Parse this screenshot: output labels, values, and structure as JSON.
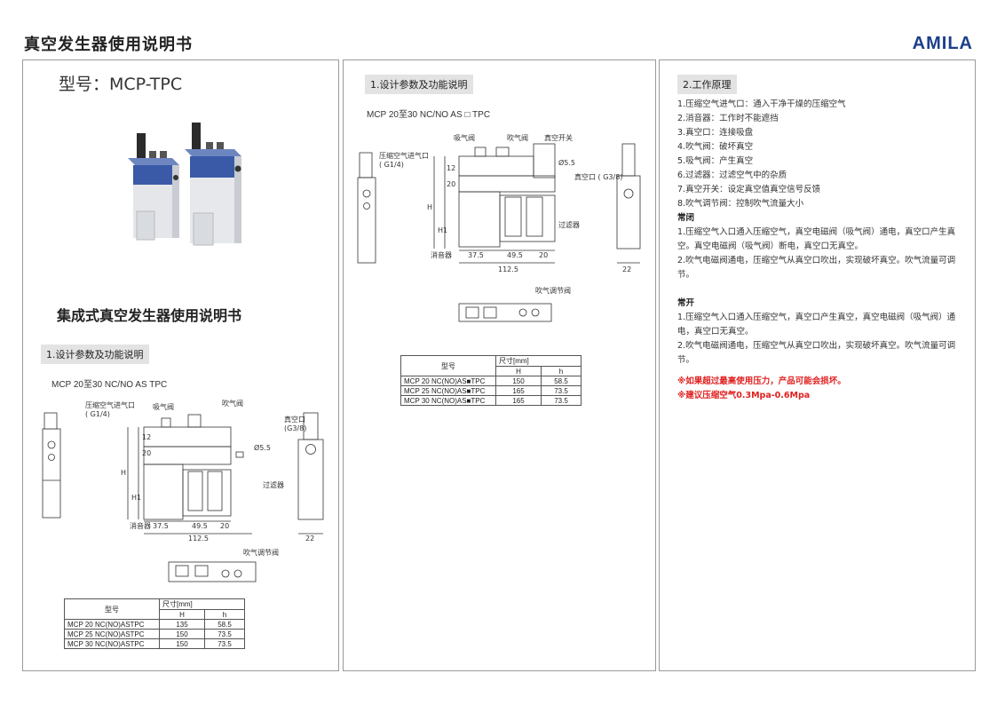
{
  "header": {
    "title": "真空发生器使用说明书",
    "brand": "AMILA"
  },
  "left": {
    "model": "型号：MCP-TPC",
    "subtitle": "集成式真空发生器使用说明书",
    "section": "1.设计参数及功能说明",
    "model_line": "MCP 20至30 NC/NO AS TPC",
    "labels": {
      "suction_valve": "吸气阀",
      "blow_valve": "吹气阀",
      "air_inlet": "压缩空气进气口",
      "inlet_thread": "( G1/4)",
      "vacuum_port": "真空口",
      "vacuum_thread": "(G3/8)",
      "filter": "过滤器",
      "muffler": "消音器",
      "blow_adjust": "吹气调节阀",
      "H": "H",
      "H1": "H1",
      "d12": "12",
      "d20": "20",
      "dia": "Ø5.5",
      "w375": "37.5",
      "w495": "49.5",
      "w20": "20",
      "w1125": "112.5",
      "w22": "22"
    },
    "table": {
      "model_header": "型号",
      "size_header": "尺寸[mm]",
      "col_H": "H",
      "col_h": "h",
      "rows": [
        {
          "model": "MCP 20 NC(NO)ASTPC",
          "H": "135",
          "h": "58.5"
        },
        {
          "model": "MCP 25 NC(NO)ASTPC",
          "H": "150",
          "h": "73.5"
        },
        {
          "model": "MCP 30 NC(NO)ASTPC",
          "H": "150",
          "h": "73.5"
        }
      ]
    }
  },
  "middle": {
    "section": "1.设计参数及功能说明",
    "model_line": "MCP 20至30 NC/NO AS □ TPC",
    "labels": {
      "suction_valve": "吸气阀",
      "blow_valve": "吹气阀",
      "vacuum_switch": "真空开关",
      "air_inlet": "压缩空气进气口",
      "inlet_thread": "( G1/4)",
      "vacuum_port": "真空口 ( G3/8)",
      "filter": "过滤器",
      "muffler": "消音器",
      "blow_adjust": "吹气调节阀",
      "H": "H",
      "H1": "H1",
      "d12": "12",
      "d20": "20",
      "dia": "Ø5.5",
      "w375": "37.5",
      "w495": "49.5",
      "w20": "20",
      "w1125": "112.5",
      "w22": "22"
    },
    "table": {
      "model_header": "型号",
      "size_header": "尺寸[mm]",
      "col_H": "H",
      "col_h": "h",
      "rows": [
        {
          "model": "MCP 20 NC(NO)AS■TPC",
          "H": "150",
          "h": "58.5"
        },
        {
          "model": "MCP 25 NC(NO)AS■TPC",
          "H": "165",
          "h": "73.5"
        },
        {
          "model": "MCP 30 NC(NO)AS■TPC",
          "H": "165",
          "h": "73.5"
        }
      ]
    }
  },
  "right": {
    "section": "2.工作原理",
    "items": [
      "1.压缩空气进气口：通入干净干燥的压缩空气",
      "2.消音器：工作时不能遮挡",
      "3.真空口：连接吸盘",
      "4.吹气阀：破坏真空",
      "5.吸气阀：产生真空",
      "6.过滤器：过滤空气中的杂质",
      "7.真空开关：设定真空值真空信号反馈",
      "8.吹气调节阀：控制吹气流量大小"
    ],
    "nc_title": "常闭",
    "nc_p1": "1.压缩空气入口通入压缩空气，真空电磁阀（吸气阀）通电，真空口产生真空。真空电磁阀（吸气阀）断电，真空口无真空。",
    "nc_p2": "2.吹气电磁阀通电，压缩空气从真空口吹出，实现破坏真空。吹气流量可调节。",
    "no_title": "常开",
    "no_p1": "1.压缩空气入口通入压缩空气，真空口产生真空，真空电磁阀（吸气阀）通电，真空口无真空。",
    "no_p2": "2.吹气电磁阀通电，压缩空气从真空口吹出，实现破坏真空。吹气流量可调节。",
    "warn1": "※如果超过最高使用压力，产品可能会损坏。",
    "warn2": "※建议压缩空气0.3Mpa-0.6Mpa"
  }
}
